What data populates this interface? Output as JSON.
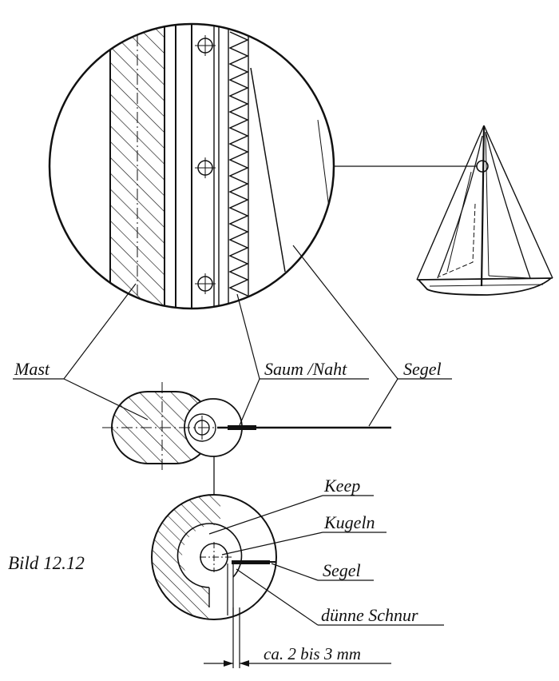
{
  "figure": {
    "caption": "Bild 12.12"
  },
  "labels": {
    "mast": "Mast",
    "saum_naht": "Saum /Naht",
    "segel_top": "Segel",
    "keep": "Keep",
    "kugeln": "Kugeln",
    "segel_bottom": "Segel",
    "duenne_schnur": "dünne Schnur",
    "dimension": "ca. 2 bis 3 mm"
  },
  "colors": {
    "ink": "#111111",
    "paper": "#ffffff"
  }
}
